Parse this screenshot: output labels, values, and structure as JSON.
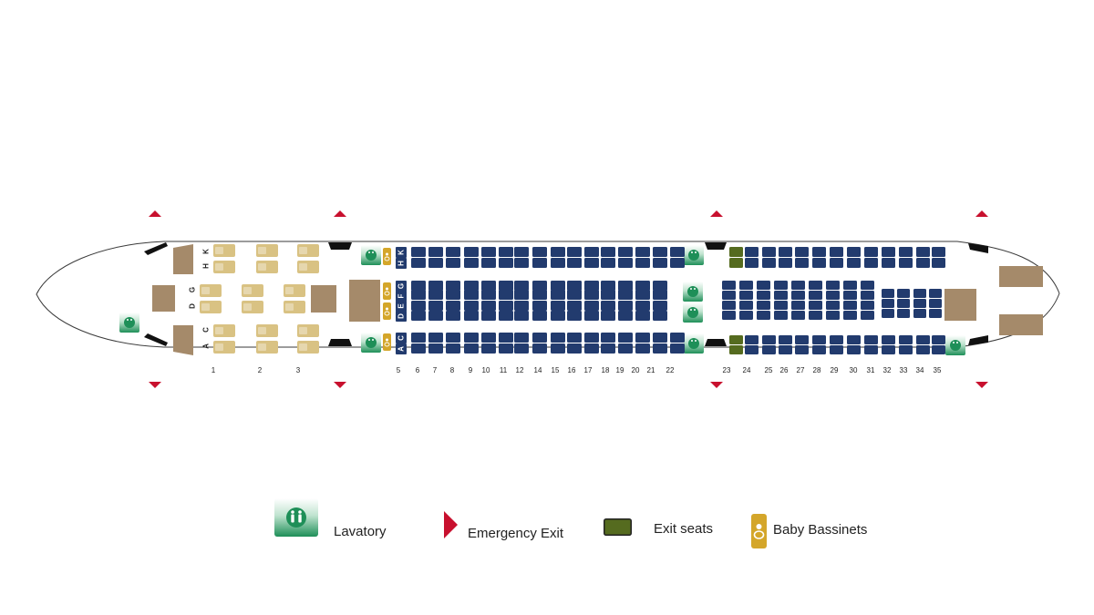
{
  "colors": {
    "business_seat": "#d9c283",
    "economy_seat": "#223b6e",
    "exit_seat": "#556b1f",
    "galley": "#a58a6a",
    "lavatory": "#1e8f58",
    "bassinet": "#d4a62a",
    "emergency_exit": "#c8102e",
    "door": "#111111",
    "fuselage": "#3a3a3a"
  },
  "icons": {
    "lavatory": "people-icon",
    "bassinet": "baby-icon",
    "emergency_exit": "triangle-arrow-icon"
  },
  "seat_map": {
    "business_cabin": {
      "row_numbers": [
        "1",
        "2",
        "3"
      ],
      "column_letters": [
        "K",
        "H",
        "G",
        "D",
        "C",
        "A"
      ],
      "column_groups": [
        [
          "H",
          "K"
        ],
        [
          "D",
          "G"
        ],
        [
          "A",
          "C"
        ]
      ]
    },
    "economy_front": {
      "row_numbers": [
        "5",
        "6",
        "7",
        "8",
        "9",
        "10",
        "11",
        "12",
        "14",
        "15",
        "16",
        "17",
        "18",
        "19",
        "20",
        "21",
        "22"
      ],
      "column_groups": [
        [
          "H",
          "K"
        ],
        [
          "D",
          "E",
          "F",
          "G"
        ],
        [
          "A",
          "C"
        ]
      ]
    },
    "economy_rear": {
      "row_numbers": [
        "23",
        "24",
        "25",
        "26",
        "27",
        "28",
        "29",
        "30",
        "31",
        "32",
        "33",
        "34",
        "35"
      ],
      "exit_row": "23"
    }
  },
  "legend": {
    "lavatory": "Lavatory",
    "emergency_exit": "Emergency Exit",
    "exit_seats": "Exit seats",
    "baby_bassinets": "Baby Bassinets"
  }
}
